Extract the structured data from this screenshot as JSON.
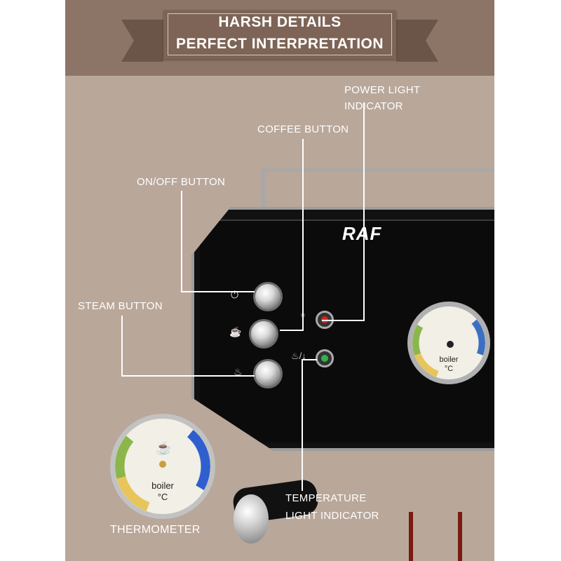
{
  "banner": {
    "line1": "HARSH DETAILS",
    "line2": "PERFECT INTERPRETATION"
  },
  "brand": "RAF",
  "callouts": {
    "power_light": [
      "POWER LIGHT",
      "INDICATOR"
    ],
    "coffee_button": "COFFEE BUTTON",
    "onoff_button": "ON/OFF BUTTON",
    "steam_button": "STEAM BUTTON",
    "temperature_light": [
      "TEMPERATURE",
      "LIGHT INDICATOR"
    ],
    "thermometer": "THERMOMETER"
  },
  "gauge": {
    "line1": "boiler",
    "line2": "°C"
  },
  "colors": {
    "background": "#b9a79a",
    "banner": "#7d6456",
    "machine": "#111111",
    "power_light": "#d8231f",
    "temperature_light": "#2fb24a"
  },
  "icons": [
    "power-icon",
    "cup-icon",
    "steam-icon",
    "sun-icon",
    "steam-temp-icon"
  ]
}
